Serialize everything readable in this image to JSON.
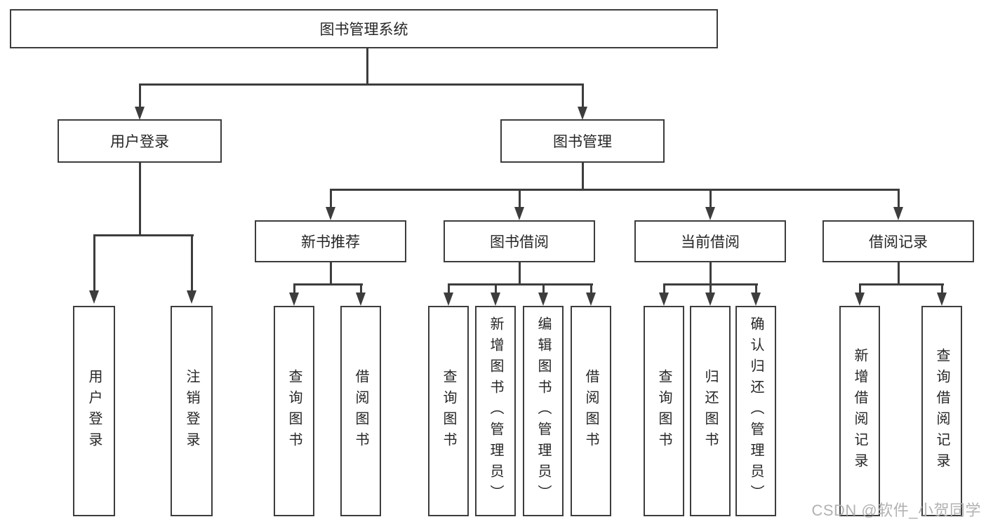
{
  "nodes": {
    "root": "图书管理系统",
    "user_login": "用户登录",
    "book_mgmt": "图书管理",
    "user_children": [
      "用户登录",
      "注销登录"
    ],
    "sections": [
      {
        "label": "新书推荐",
        "children": [
          "查询图书",
          "借阅图书"
        ]
      },
      {
        "label": "图书借阅",
        "children": [
          "查询图书",
          "新增图书（管理员）",
          "编辑图书（管理员）",
          "借阅图书"
        ]
      },
      {
        "label": "当前借阅",
        "children": [
          "查询图书",
          "归还图书",
          "确认归还（管理员）"
        ]
      },
      {
        "label": "借阅记录",
        "children": [
          "新增借阅记录",
          "查询借阅记录"
        ]
      }
    ]
  },
  "watermark": "CSDN @软件_小贺同学",
  "colors": {
    "line": "#3d3d3d",
    "text": "#262626",
    "watermark": "#b2b2b2",
    "background": "#ffffff"
  }
}
